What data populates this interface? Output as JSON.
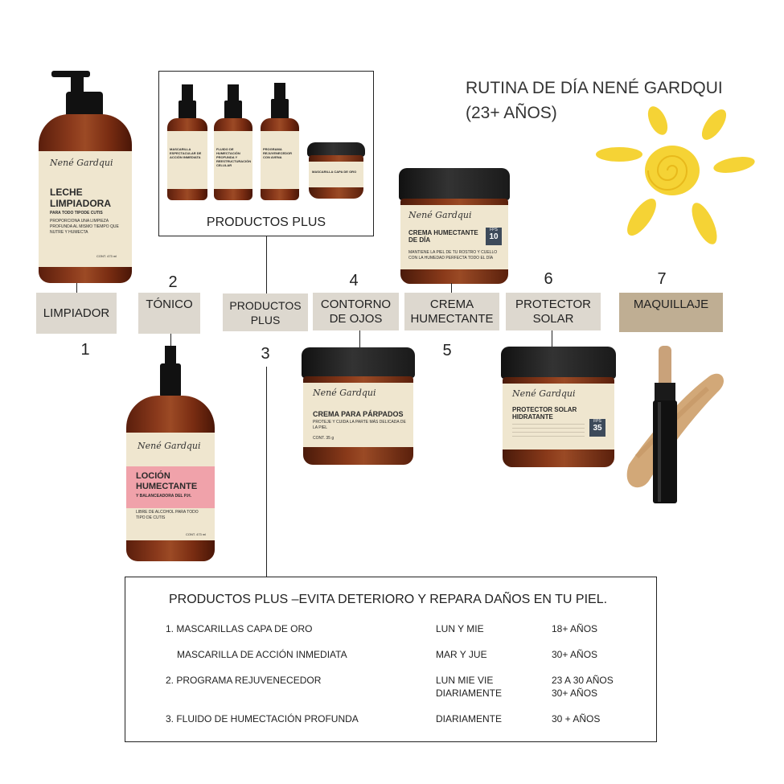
{
  "title": {
    "line1": "RUTINA DE DÍA NENÉ GARDQUI",
    "line2": "(23+ AÑOS)"
  },
  "brand_script": "Nené Gardqui",
  "steps": [
    {
      "number": "1",
      "label": "LIMPIADOR"
    },
    {
      "number": "2",
      "label": "TÓNICO"
    },
    {
      "number": "3",
      "label_line1": "PRODUCTOS",
      "label_line2": "PLUS"
    },
    {
      "number": "4",
      "label_line1": "CONTORNO",
      "label_line2": "DE OJOS"
    },
    {
      "number": "5",
      "label_line1": "CREMA",
      "label_line2": "HUMECTANTE"
    },
    {
      "number": "6",
      "label_line1": "PROTECTOR",
      "label_line2": "SOLAR"
    },
    {
      "number": "7",
      "label": "MAQUILLAJE"
    }
  ],
  "plus_box_label": "PRODUCTOS PLUS",
  "products": {
    "leche": {
      "name1": "LECHE",
      "name2": "LIMPIADORA",
      "sub": "PARA TODO TIPODE CUTIS",
      "desc": "PROPORCIONA UNA LIMPIEZA PROFUNDA AL MISMO TIEMPO QUE NUTRE Y HUMECTA",
      "cont": "CONT. 473 ml"
    },
    "locion": {
      "name1": "LOCIÓN",
      "name2": "HUMECTANTE",
      "sub": "Y BALANCEADORA DEL P.H.",
      "desc": "LIBRE DE ALCOHOL PARA TODO TIPO DE CUTIS",
      "cont": "CONT. 473 ml"
    },
    "crema_dia": {
      "name": "CREMA HUMECTANTE DE DÍA",
      "fps_label": "FPS",
      "fps": "10",
      "desc": "MANTIENE LA PIEL DE TU ROSTRO Y CUELLO CON LA HUMEDAD PERFECTA TODO EL DÍA"
    },
    "parpados": {
      "name": "CREMA PARA PÁRPADOS",
      "desc": "PROTEJE Y CUIDA LA PARTE MÁS DELICADA DE LA PIEL",
      "cont": "CONT. 35 g"
    },
    "solar": {
      "name1": "PROTECTOR SOLAR",
      "name2": "HIDRATANTE",
      "fps_label": "FPS",
      "fps": "35"
    },
    "plus_items": [
      {
        "text": "MASCARILLA ESPECTACULAR DE ACCIÓN INMEDIATA"
      },
      {
        "text": "FLUIDO DE HUMECTACIÓN PROFUNDA Y REESTRUCTURACIÓN CELULAR"
      },
      {
        "text": "PROGRAMA REJUVENECEDOR CON AVENA"
      },
      {
        "text": "MASCARILLA CAPA DE ORO"
      }
    ]
  },
  "info": {
    "heading": "PRODUCTOS PLUS –EVITA DETERIORO Y REPARA DAÑOS EN TU PIEL.",
    "rows": [
      {
        "name": "1. MASCARILLAS CAPA DE ORO",
        "days": "LUN Y MIE",
        "age": "18+  AÑOS"
      },
      {
        "name": "MASCARILLA DE ACCIÓN INMEDIATA",
        "days": "MAR Y JUE",
        "age": "30+ AÑOS"
      },
      {
        "name": "2. PROGRAMA REJUVENECEDOR",
        "days": "LUN MIE VIE",
        "days2": "DIARIAMENTE",
        "age": "23 A 30 AÑOS",
        "age2": "30+  AÑOS"
      },
      {
        "name": "3. FLUIDO DE HUMECTACIÓN PROFUNDA",
        "days": "DIARIAMENTE",
        "age": "30 + AÑOS"
      }
    ]
  },
  "colors": {
    "label_bg": "#ddd8cf",
    "makeup_label_bg": "#bfae93",
    "sun": "#f5d335",
    "amber": "#8b3a1c",
    "label_pink": "#f0a2aa"
  }
}
